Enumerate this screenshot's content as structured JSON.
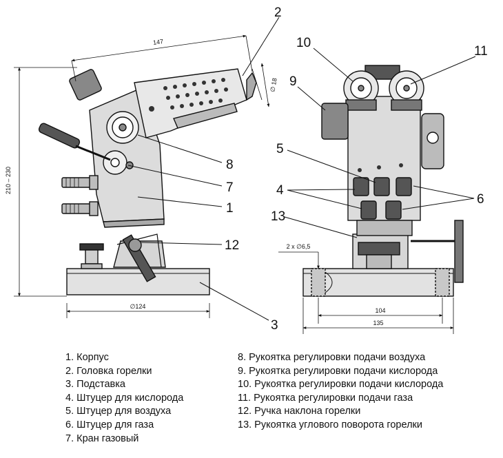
{
  "dimensions": {
    "width_top": "147",
    "height_range": "210 – 230",
    "diameter_top": "∅ 18",
    "base_diameter": "∅124",
    "holes": "2 x ∅6,5",
    "inner_width": "104",
    "overall_width": "135"
  },
  "callouts": {
    "c1": "1",
    "c2": "2",
    "c3": "3",
    "c4": "4",
    "c5": "5",
    "c6": "6",
    "c7": "7",
    "c8": "8",
    "c9": "9",
    "c10": "10",
    "c11": "11",
    "c12": "12",
    "c13": "13"
  },
  "legend_left": [
    "1. Корпус",
    "2. Головка горелки",
    "3. Подставка",
    "4. Штуцер для кислорода",
    "5. Штуцер для воздуха",
    "6. Штуцер для газа",
    "7. Кран газовый"
  ],
  "legend_right": [
    "8. Рукоятка регулировки подачи воздуха",
    "9. Рукоятка регулировки подачи кислорода",
    "10. Рукоятка регулировки подачи кислорода",
    "11. Рукоятка регулировки подачи газа",
    "12. Ручка  наклона горелки",
    "13. Рукоятка углового поворота горелки"
  ]
}
